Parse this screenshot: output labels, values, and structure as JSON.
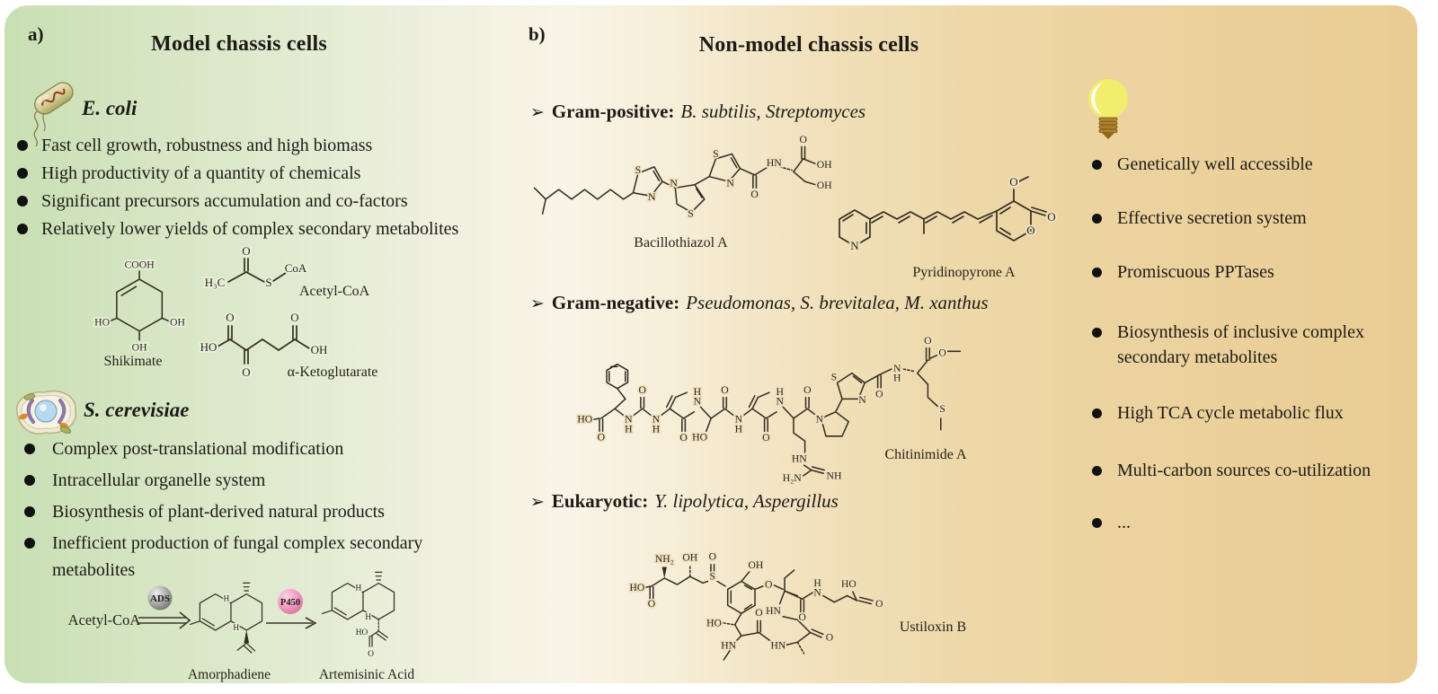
{
  "panel_a": {
    "label": "a)",
    "title": "Model chassis cells",
    "ecoli": {
      "name": "E. coli",
      "bullets": [
        "Fast cell growth, robustness and high biomass",
        "High productivity of a quantity of chemicals",
        "Significant precursors accumulation and co-factors",
        "Relatively lower yields of complex secondary metabolites"
      ]
    },
    "yeast": {
      "name": "S. cerevisiae",
      "bullets": [
        "Complex post-translational modification",
        "Intracellular organelle system",
        "Biosynthesis of plant-derived natural products",
        "Inefficient production of  fungal complex secondary metabolites"
      ]
    },
    "pathway": {
      "substrate": "Acetyl-CoA",
      "enzyme1": "ADS",
      "enzyme2": "P450",
      "intermediate_label": "Amorphadiene",
      "product_label": "Artemisinic Acid"
    }
  },
  "panel_b": {
    "label": "b)",
    "title": "Non-model chassis cells",
    "arrow_bullet": "➢",
    "groups": [
      {
        "heading": "Gram-positive:",
        "species": "B. subtilis, Streptomyces"
      },
      {
        "heading": "Gram-negative:",
        "species": "Pseudomonas, S. brevitalea, M. xanthus"
      },
      {
        "heading": "Eukaryotic:",
        "species": "Y. lipolytica, Aspergillus"
      }
    ],
    "advantages": [
      "Genetically well accessible",
      "Effective secretion system",
      "Promiscuous PPTases",
      "Biosynthesis of inclusive complex secondary metabolites",
      "High TCA cycle metabolic flux",
      "Multi-carbon sources co-utilization",
      "..."
    ]
  },
  "molecules": {
    "shikimate": {
      "label": "Shikimate",
      "atoms": [
        "COOH",
        "HO",
        "OH",
        "OH"
      ]
    },
    "acetylcoa": {
      "label": "Acetyl-CoA",
      "atoms": [
        "H₃C",
        "O",
        "S",
        "CoA"
      ]
    },
    "ketoglutarate": {
      "label": "α-Ketoglutarate",
      "atoms": [
        "HO",
        "O",
        "O",
        "O",
        "OH"
      ]
    },
    "amorphadiene": {
      "atoms": [
        "H",
        "H"
      ]
    },
    "artemisinic": {
      "atoms": [
        "H",
        "H",
        "HO",
        "O"
      ]
    },
    "bacillothiazol": {
      "label": "Bacillothiazol A",
      "atoms": [
        "S",
        "N",
        "N",
        "S",
        "S",
        "N",
        "O",
        "HN",
        "O",
        "OH",
        "OH"
      ]
    },
    "pyridinopyrone": {
      "label": "Pyridinopyrone A",
      "atoms": [
        "N",
        "O",
        "O",
        "O"
      ]
    },
    "chitinimide": {
      "label": "Chitinimide A",
      "atoms": [
        "HO",
        "O",
        "N",
        "H",
        "O",
        "N",
        "H",
        "O",
        "H",
        "N",
        "HO",
        "O",
        "N",
        "H",
        "O",
        "H",
        "N",
        "HN",
        "H₂N",
        "NH",
        "O",
        "N",
        "S",
        "N",
        "O",
        "N",
        "H",
        "O",
        "O",
        "S"
      ]
    },
    "ustiloxin": {
      "label": "Ustiloxin B",
      "atoms": [
        "HO",
        "O",
        "NH₂",
        "OH",
        "S",
        "O",
        "OH",
        "O",
        "HN",
        "O",
        "H",
        "N",
        "HO",
        "O",
        "HO",
        "HN",
        "O",
        "HN",
        "O"
      ]
    }
  },
  "colors": {
    "left_green": "#c9dfb3",
    "right_tan": "#ecd3a0",
    "enzyme1_sphere": "#9a9a9a",
    "enzyme2_sphere": "#ef93ba",
    "bulb_yellow": "#f1ee6d"
  }
}
